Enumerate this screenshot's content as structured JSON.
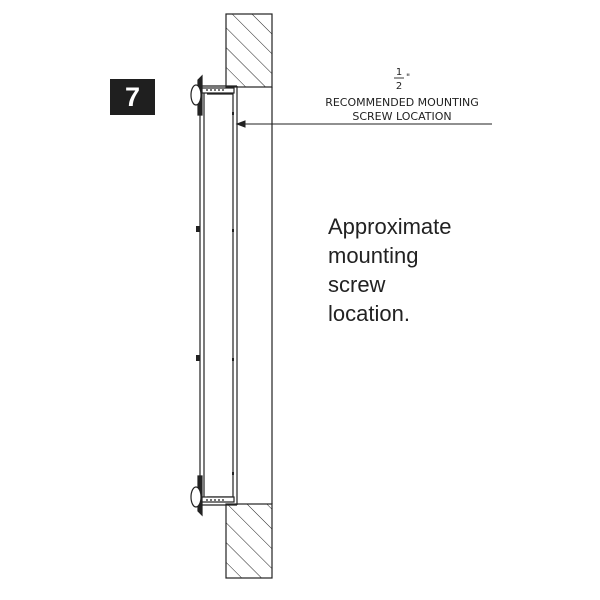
{
  "step": {
    "number": "7"
  },
  "callout": {
    "fraction_numerator": "1",
    "fraction_denominator": "2",
    "fraction_unit": "\"",
    "line1": "RECOMMENDED MOUNTING",
    "line2": "SCREW LOCATION"
  },
  "note": {
    "lines": [
      "Approximate",
      "mounting",
      "screw",
      "location."
    ]
  },
  "colors": {
    "ink": "#222222",
    "badge": "#1f1f1f",
    "badge_text": "#ffffff"
  }
}
